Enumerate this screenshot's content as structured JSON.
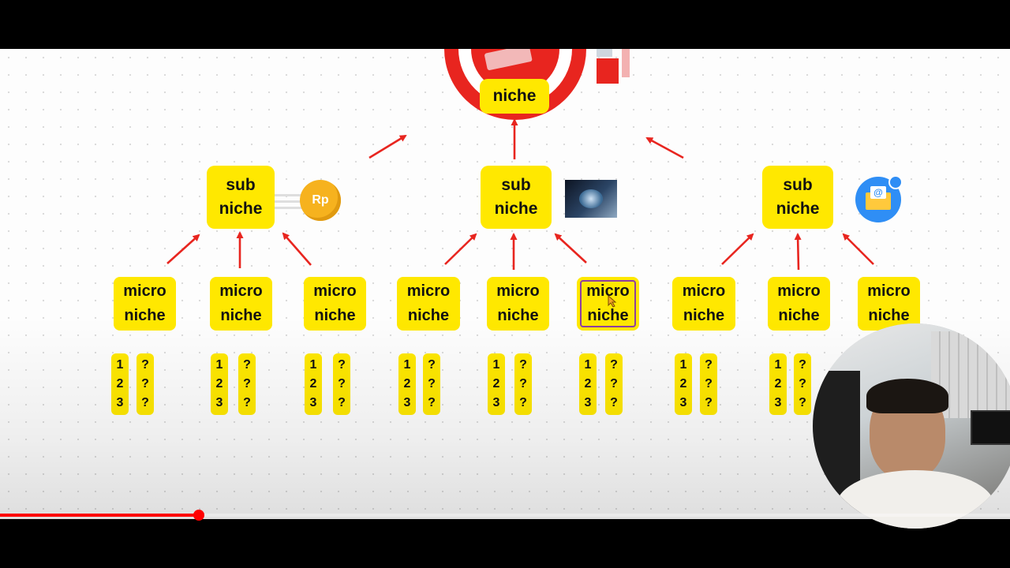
{
  "colors": {
    "node": "#ffe800",
    "arrow": "#e8251f",
    "progress": "#ff0000"
  },
  "top_node": {
    "label": "niche",
    "icon": "target-icon"
  },
  "sub_nodes": [
    {
      "line1": "sub",
      "line2": "niche",
      "icon": "rupiah-coin-icon",
      "icon_text": "Rp"
    },
    {
      "line1": "sub",
      "line2": "niche",
      "icon": "business-photo-icon"
    },
    {
      "line1": "sub",
      "line2": "niche",
      "icon": "email-notification-icon",
      "icon_text": "@"
    }
  ],
  "micro_nodes": [
    {
      "line1": "micro",
      "line2": "niche"
    },
    {
      "line1": "micro",
      "line2": "niche"
    },
    {
      "line1": "micro",
      "line2": "niche"
    },
    {
      "line1": "micro",
      "line2": "niche"
    },
    {
      "line1": "micro",
      "line2": "niche"
    },
    {
      "line1": "micro",
      "line2": "niche"
    },
    {
      "line1": "micro",
      "line2": "niche"
    },
    {
      "line1": "micro",
      "line2": "niche"
    },
    {
      "line1": "micro",
      "line2": "niche"
    }
  ],
  "sub_columns": {
    "numbers": [
      "1",
      "2",
      "3"
    ],
    "questions": [
      "?",
      "?",
      "?"
    ]
  },
  "video": {
    "progress_fraction": 0.197
  }
}
